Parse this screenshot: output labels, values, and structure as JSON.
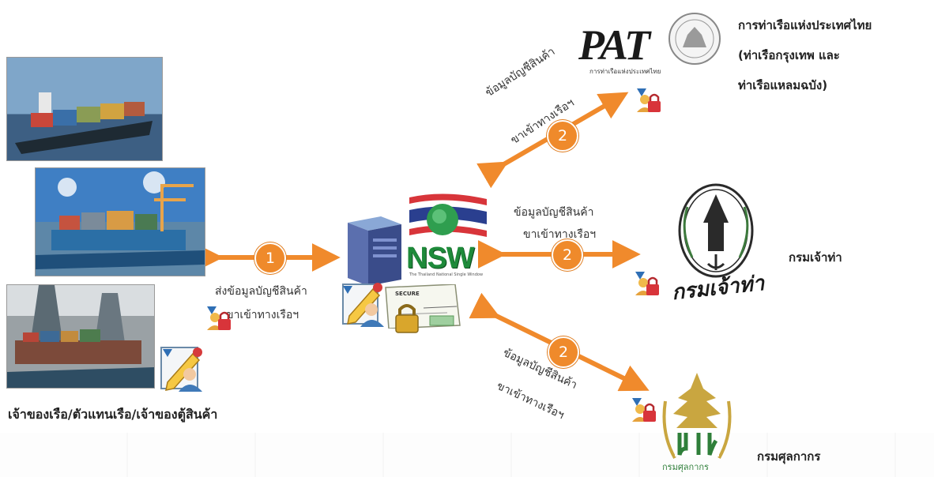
{
  "colors": {
    "arrow": "#f08a2c",
    "step": "#ef8a2b",
    "text": "#333333"
  },
  "sender": {
    "label": "เจ้าของเรือ/ตัวแทนเรือ/เจ้าของตู้สินค้า",
    "arrow_label_line1": "ส่งข้อมูลบัญชีสินค้า",
    "arrow_label_line2": "ขาเข้าทางเรือฯ",
    "step": "1"
  },
  "hub": {
    "logo_text": "NSW",
    "logo_subtext": "The Thailand National Single Window",
    "cert_text": "SECURE"
  },
  "receivers": [
    {
      "name_line1": "การท่าเรือแห่งประเทศไทย",
      "name_line2": "(ท่าเรือกรุงเทพ และ",
      "name_line3": "ท่าเรือแหลมฉบัง)",
      "logo_text": "PAT",
      "logo_subtext": "การท่าเรือแห่งประเทศไทย",
      "arrow_label_line1": "ข้อมูลบัญชีสินค้า",
      "arrow_label_line2": "ขาเข้าทางเรือฯ",
      "step": "2"
    },
    {
      "name": "กรมเจ้าท่า",
      "logo_text": "กรมเจ้าท่า",
      "arrow_label_line1": "ข้อมูลบัญชีสินค้า",
      "arrow_label_line2": "ขาเข้าทางเรือฯ",
      "step": "2"
    },
    {
      "name": "กรมศุลกากร",
      "logo_text": "กรมศุลกากร",
      "arrow_label_line1": "ข้อมูลบัญชีสินค้า",
      "arrow_label_line2": "ขาเข้าทางเรือฯ",
      "step": "2"
    }
  ],
  "icons": [
    "ship-photo",
    "port-photo",
    "container-port-photo",
    "server-icon",
    "thai-flag-globe-icon",
    "pencil-user-icon",
    "lock-user-icon",
    "padlock-icon",
    "certificate-icon"
  ]
}
